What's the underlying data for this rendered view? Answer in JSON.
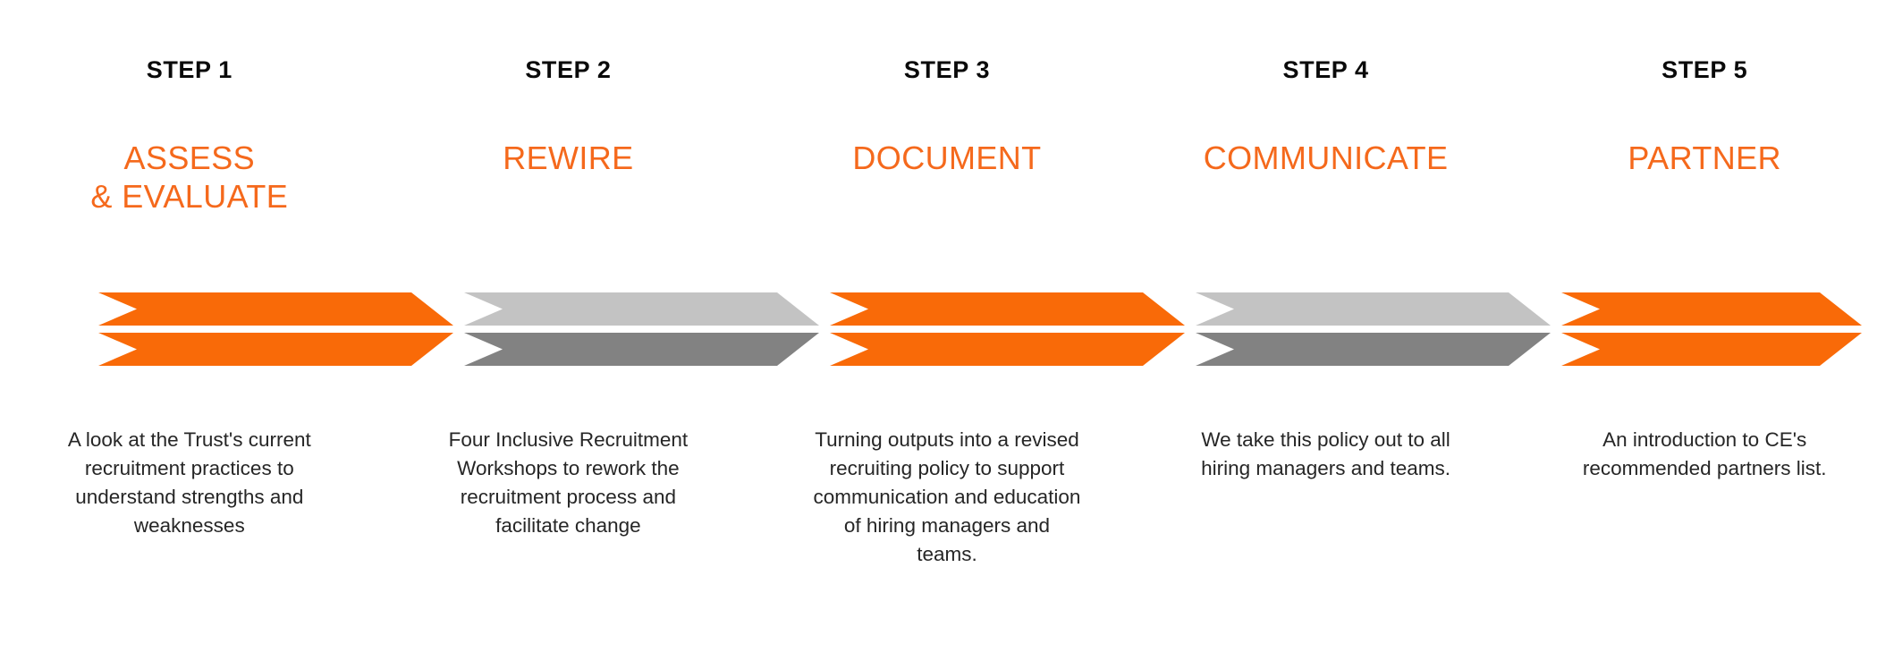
{
  "diagram": {
    "type": "process-chevron-timeline",
    "background_color": "#FFFFFF",
    "step_count": 5,
    "colors": {
      "orange": "#F96A08",
      "title_orange": "#F5691C",
      "gray_light": "#C3C3C3",
      "gray_dark": "#828282",
      "heading_black": "#0A0A0A",
      "body_text": "#262626",
      "separator_white": "#FFFFFF"
    }
  },
  "steps": [
    {
      "heading": "STEP 1",
      "title": "ASSESS\n& EVALUATE",
      "description": "A look at the Trust's current recruitment practices to understand strengths and weaknesses",
      "chevron_color_top": "#F96A08",
      "chevron_color_bottom": "#F96A08"
    },
    {
      "heading": "STEP 2",
      "title": "REWIRE",
      "description": "Four Inclusive Recruitment Workshops to rework the recruitment process and facilitate change",
      "chevron_color_top": "#C3C3C3",
      "chevron_color_bottom": "#828282"
    },
    {
      "heading": "STEP 3",
      "title": "DOCUMENT",
      "description": "Turning outputs into a revised recruiting policy to support communication and education of hiring managers and teams.",
      "chevron_color_top": "#F96A08",
      "chevron_color_bottom": "#F96A08"
    },
    {
      "heading": "STEP 4",
      "title": "COMMUNICATE",
      "description": "We take this policy out to all hiring managers and teams.",
      "chevron_color_top": "#C3C3C3",
      "chevron_color_bottom": "#828282"
    },
    {
      "heading": "STEP 5",
      "title": "PARTNER",
      "description": "An introduction to CE's recommended partners list.",
      "chevron_color_top": "#F96A08",
      "chevron_color_bottom": "#F96A08"
    }
  ]
}
